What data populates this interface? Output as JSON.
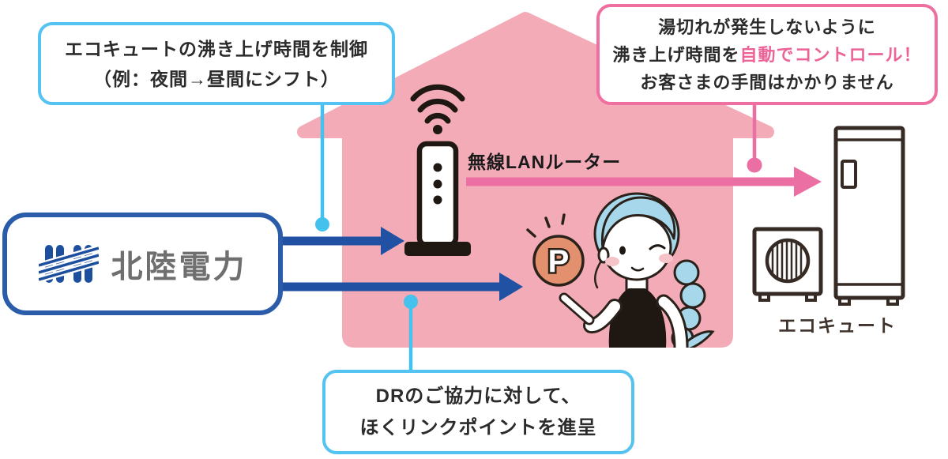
{
  "diagram": {
    "callout_control": {
      "line1": "エコキュートの沸き上げ時間を制御",
      "line2": "（例：夜間→昼間にシフト）"
    },
    "callout_auto": {
      "line1": "湯切れが発生しないように",
      "line2_normal": "沸き上げ時間を",
      "line2_highlight": "自動でコントロール！",
      "line3": "お客さまの手間はかかりません"
    },
    "callout_points": {
      "line1": "DRのご協力に対して、",
      "line2": "ほくリンクポイントを進呈"
    },
    "company": {
      "name": "北陸電力"
    },
    "labels": {
      "router": "無線LANルーター",
      "ecocute": "エコキュート"
    },
    "coin": {
      "letter": "P"
    },
    "colors": {
      "house_pink": "#f3acb7",
      "arrow_pink": "#ec6fa4",
      "arrow_blue": "#2151a3",
      "connector_blue": "#45c1ee",
      "callout_border_blue": "#54c3f1",
      "callout_border_pink": "#ef6fa0",
      "highlight_text_pink": "#ec6398",
      "company_border_blue": "#2b5caa",
      "logo_blue": "#1c4f9e",
      "company_text_gray": "#6f6f6f",
      "hair_blue": "#a7d7ea",
      "coin_orange": "#e2906e",
      "blush_pink": "#f6c3c9",
      "outline_dark": "#2a211b"
    }
  }
}
